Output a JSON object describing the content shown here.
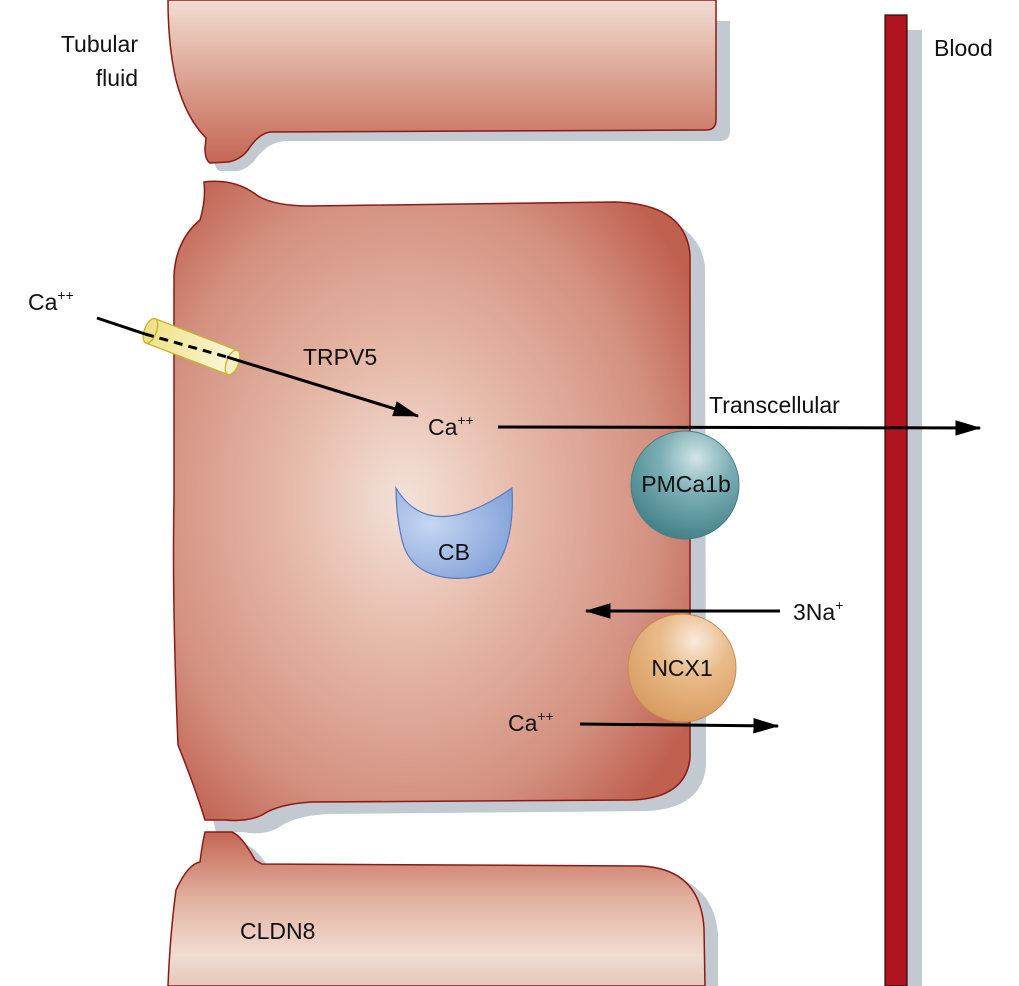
{
  "labels": {
    "tubular_fluid_line1": "Tubular",
    "tubular_fluid_line2": "fluid",
    "blood": "Blood",
    "ca_outside": "Ca",
    "ca_outside_charge": "++",
    "trpv5": "TRPV5",
    "ca_inside": "Ca",
    "ca_inside_charge": "++",
    "transcellular": "Transcellular",
    "pmca1b": "PMCa1b",
    "cb": "CB",
    "na": "3Na",
    "na_charge": "+",
    "ncx1": "NCX1",
    "ca_ncx": "Ca",
    "ca_ncx_charge": "++",
    "cldn8": "CLDN8"
  },
  "colors": {
    "cell_fill": "#d58f7e",
    "cell_edge": "#b85545",
    "cell_outline": "#8a1a14",
    "cell_highlight": "#f3e2da",
    "shadow": "#c2c9d0",
    "blood_vessel": "#b0141e",
    "channel": "#f1e58a",
    "pmca": "#5e9aa1",
    "cb": "#8eaee0",
    "ncx": "#e5b07a",
    "arrow": "#000000"
  }
}
